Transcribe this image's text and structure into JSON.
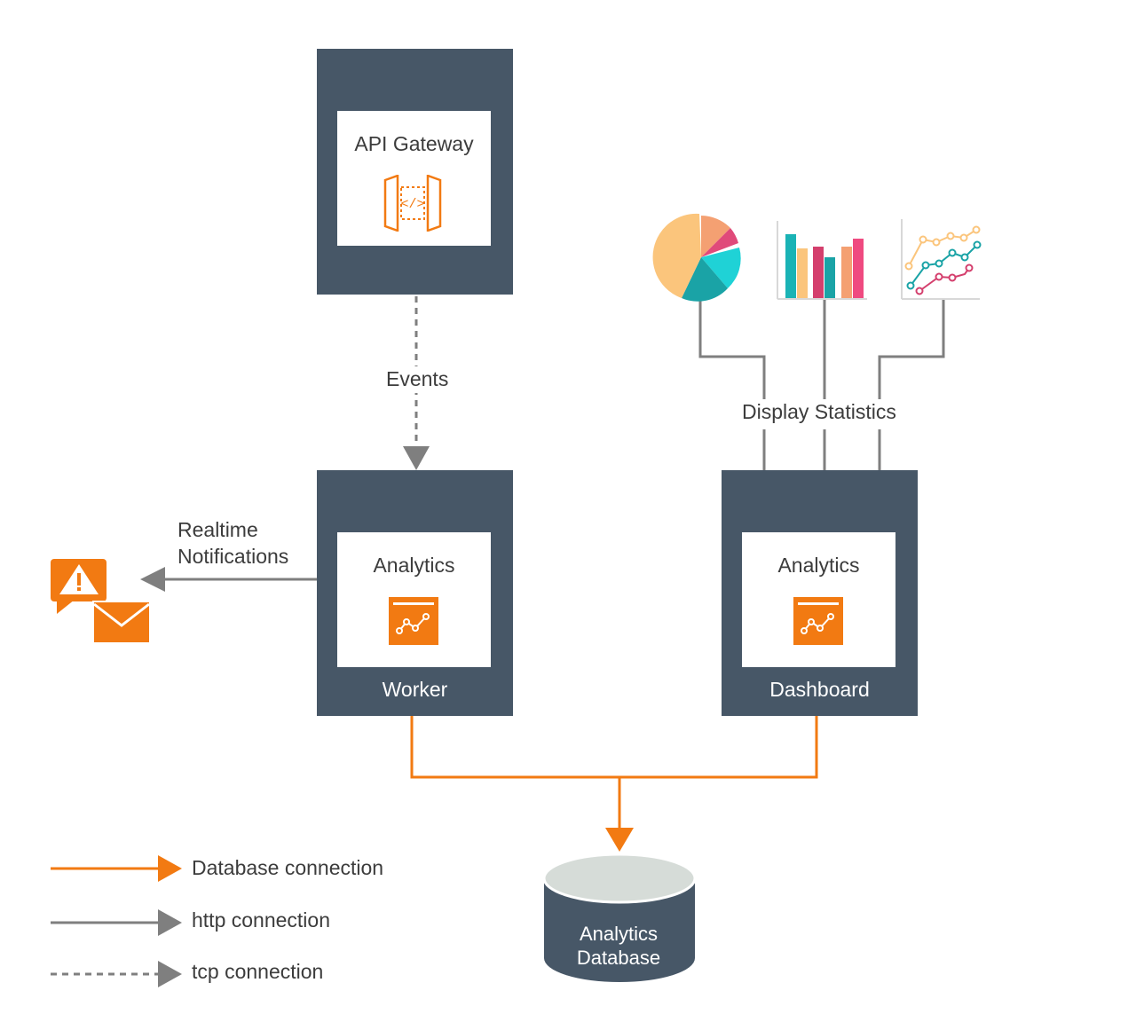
{
  "nodes": {
    "gateway": {
      "title": "API Gateway"
    },
    "worker": {
      "title": "Analytics",
      "caption": "Worker"
    },
    "dashboard": {
      "title": "Analytics",
      "caption": "Dashboard"
    },
    "database": {
      "line1": "Analytics",
      "line2": "Database"
    }
  },
  "edges": {
    "events": "Events",
    "notifications_line1": "Realtime",
    "notifications_line2": "Notifications",
    "display": "Display Statistics"
  },
  "legend": [
    {
      "label": "Database connection",
      "style": "orange-solid"
    },
    {
      "label": "http connection",
      "style": "gray-solid"
    },
    {
      "label": "tcp connection",
      "style": "gray-dashed"
    }
  ],
  "colors": {
    "node_fill": "#475767",
    "accent_orange": "#f27a12",
    "connector_gray": "#7f7f7f",
    "database_top": "#d6dcd8"
  },
  "icons": {
    "gateway": "api-gateway-icon",
    "analytics": "analytics-icon",
    "alert": "alert-mail-icon",
    "pie": "pie-chart-icon",
    "bar": "bar-chart-icon",
    "line": "line-chart-icon"
  }
}
